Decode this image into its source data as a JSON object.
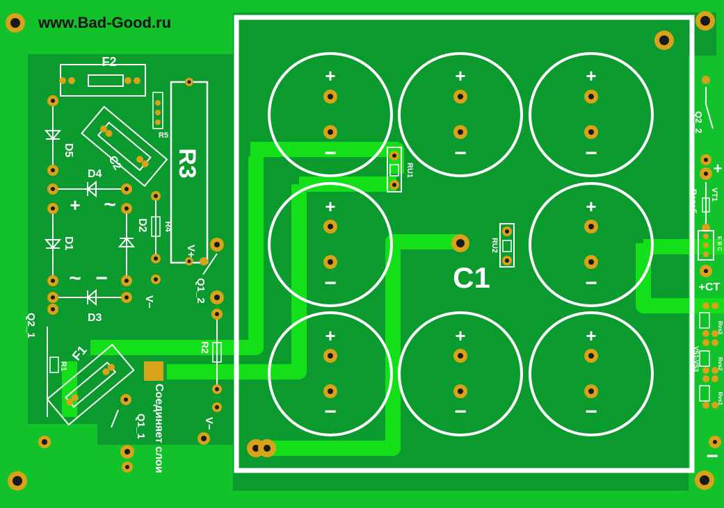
{
  "website": "www.Bad-Good.ru",
  "colors": {
    "board": "#0a9a2e",
    "copper": "#11c22a",
    "trace": "#14e01a",
    "silk": "#ffffff",
    "pad": "#d8a21a",
    "hole": "#1a1a1a",
    "text": "#111111"
  },
  "labels": {
    "f2": "F2",
    "f1": "F1",
    "d1": "D1",
    "d2": "D2",
    "d3": "D3",
    "d4": "D4",
    "d5": "D5",
    "c1": "C1",
    "c2": "C2",
    "r1": "R1",
    "r2": "R2",
    "r3": "R3",
    "r4": "R4",
    "r5": "R5",
    "ru1": "RU1",
    "ru2": "RU2",
    "q1_1": "Q1_1",
    "q1_2": "Q1_2",
    "q2_1": "Q2_1",
    "q2_2": "Q2_2",
    "vt1": "VT1",
    "rstab": "Rстаб",
    "vs": "VS1-VS3",
    "rvs1": "Rvs1",
    "rvs2": "Rvs2",
    "rvs3": "Rvs3",
    "ebc": "E B C",
    "plus": "+",
    "minus": "−",
    "tilde": "~",
    "vplus": "V+",
    "vminus": "V−",
    "plus_st": "+CT",
    "layers_note": "Соединяет слои"
  }
}
